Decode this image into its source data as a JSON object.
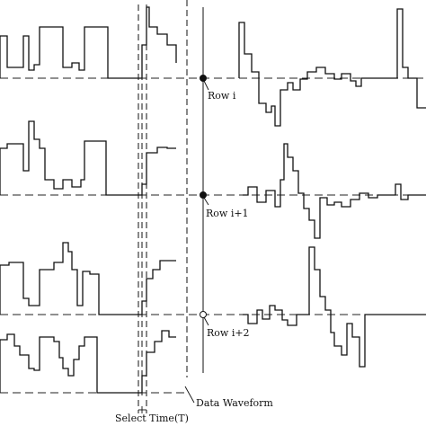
{
  "labels": {
    "row_i": "Row i",
    "row_i1": "Row i+1",
    "row_i2": "Row i+2",
    "data_waveform": "Data Waveform",
    "select_time": "Select Time(T)"
  },
  "markers": {
    "row_i": "filled",
    "row_i1": "filled",
    "row_i2": "hollow"
  }
}
